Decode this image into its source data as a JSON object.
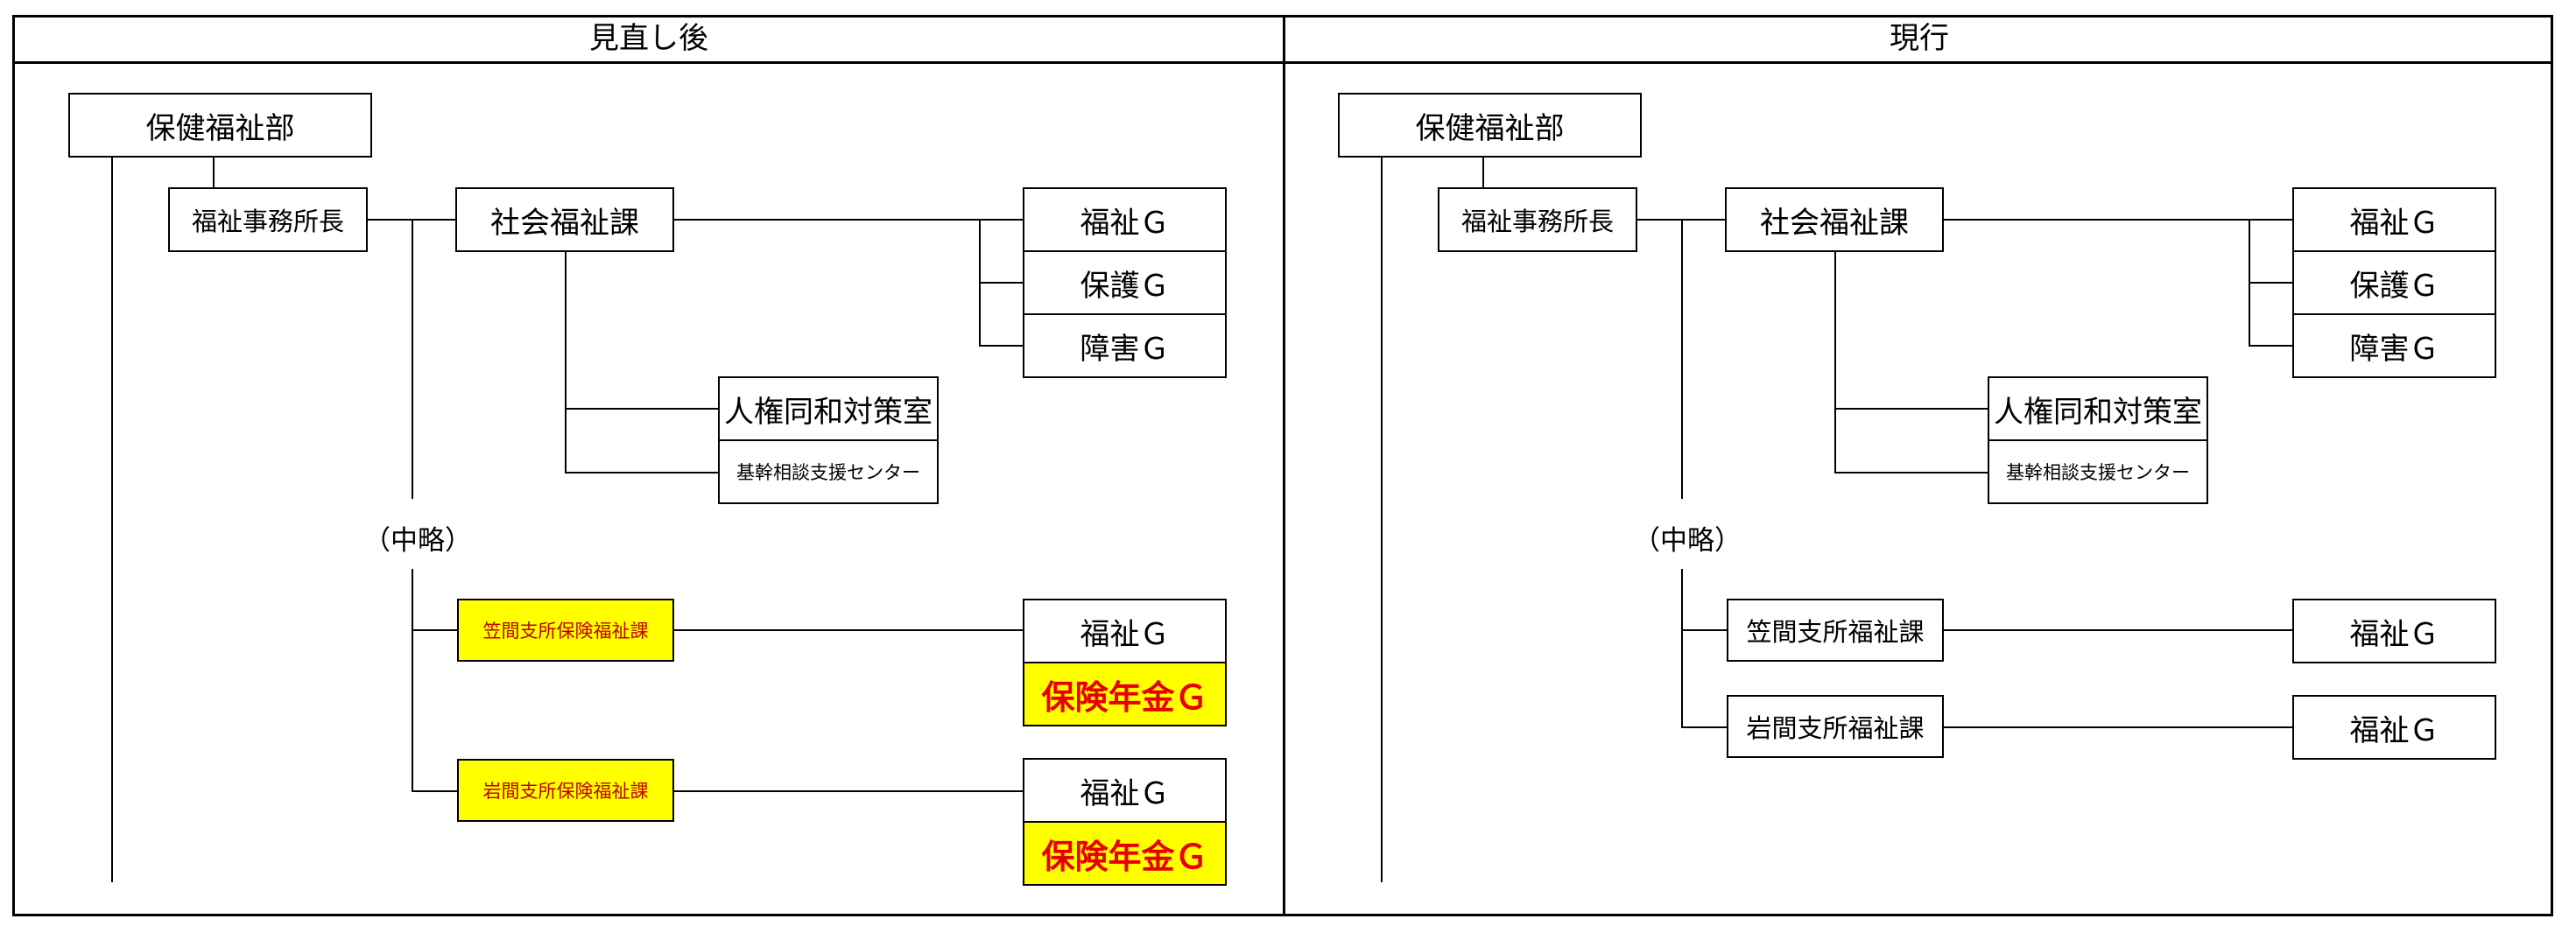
{
  "panels": {
    "left_title": "見直し後",
    "right_title": "現行"
  },
  "after": {
    "dept": "保健福祉部",
    "director": "福祉事務所長",
    "social_welfare": "社会福祉課",
    "welfare_g": "福祉Ｇ",
    "protection_g": "保護Ｇ",
    "disability_g": "障害Ｇ",
    "human_rights": "人権同和対策室",
    "consult_center": "基幹相談支援センター",
    "omitted": "（中略）",
    "kasama": "笠間支所保険福祉課",
    "kasama_welfare_g": "福祉Ｇ",
    "kasama_pension_g": "保険年金Ｇ",
    "iwama": "岩間支所保険福祉課",
    "iwama_welfare_g": "福祉Ｇ",
    "iwama_pension_g": "保険年金Ｇ"
  },
  "current": {
    "dept": "保健福祉部",
    "director": "福祉事務所長",
    "social_welfare": "社会福祉課",
    "welfare_g": "福祉Ｇ",
    "protection_g": "保護Ｇ",
    "disability_g": "障害Ｇ",
    "human_rights": "人権同和対策室",
    "consult_center": "基幹相談支援センター",
    "omitted": "（中略）",
    "kasama": "笠間支所福祉課",
    "kasama_welfare_g": "福祉Ｇ",
    "iwama": "岩間支所福祉課",
    "iwama_welfare_g": "福祉Ｇ"
  },
  "colors": {
    "highlight_fill": "#ffff00",
    "highlight_text": "#e60000"
  }
}
